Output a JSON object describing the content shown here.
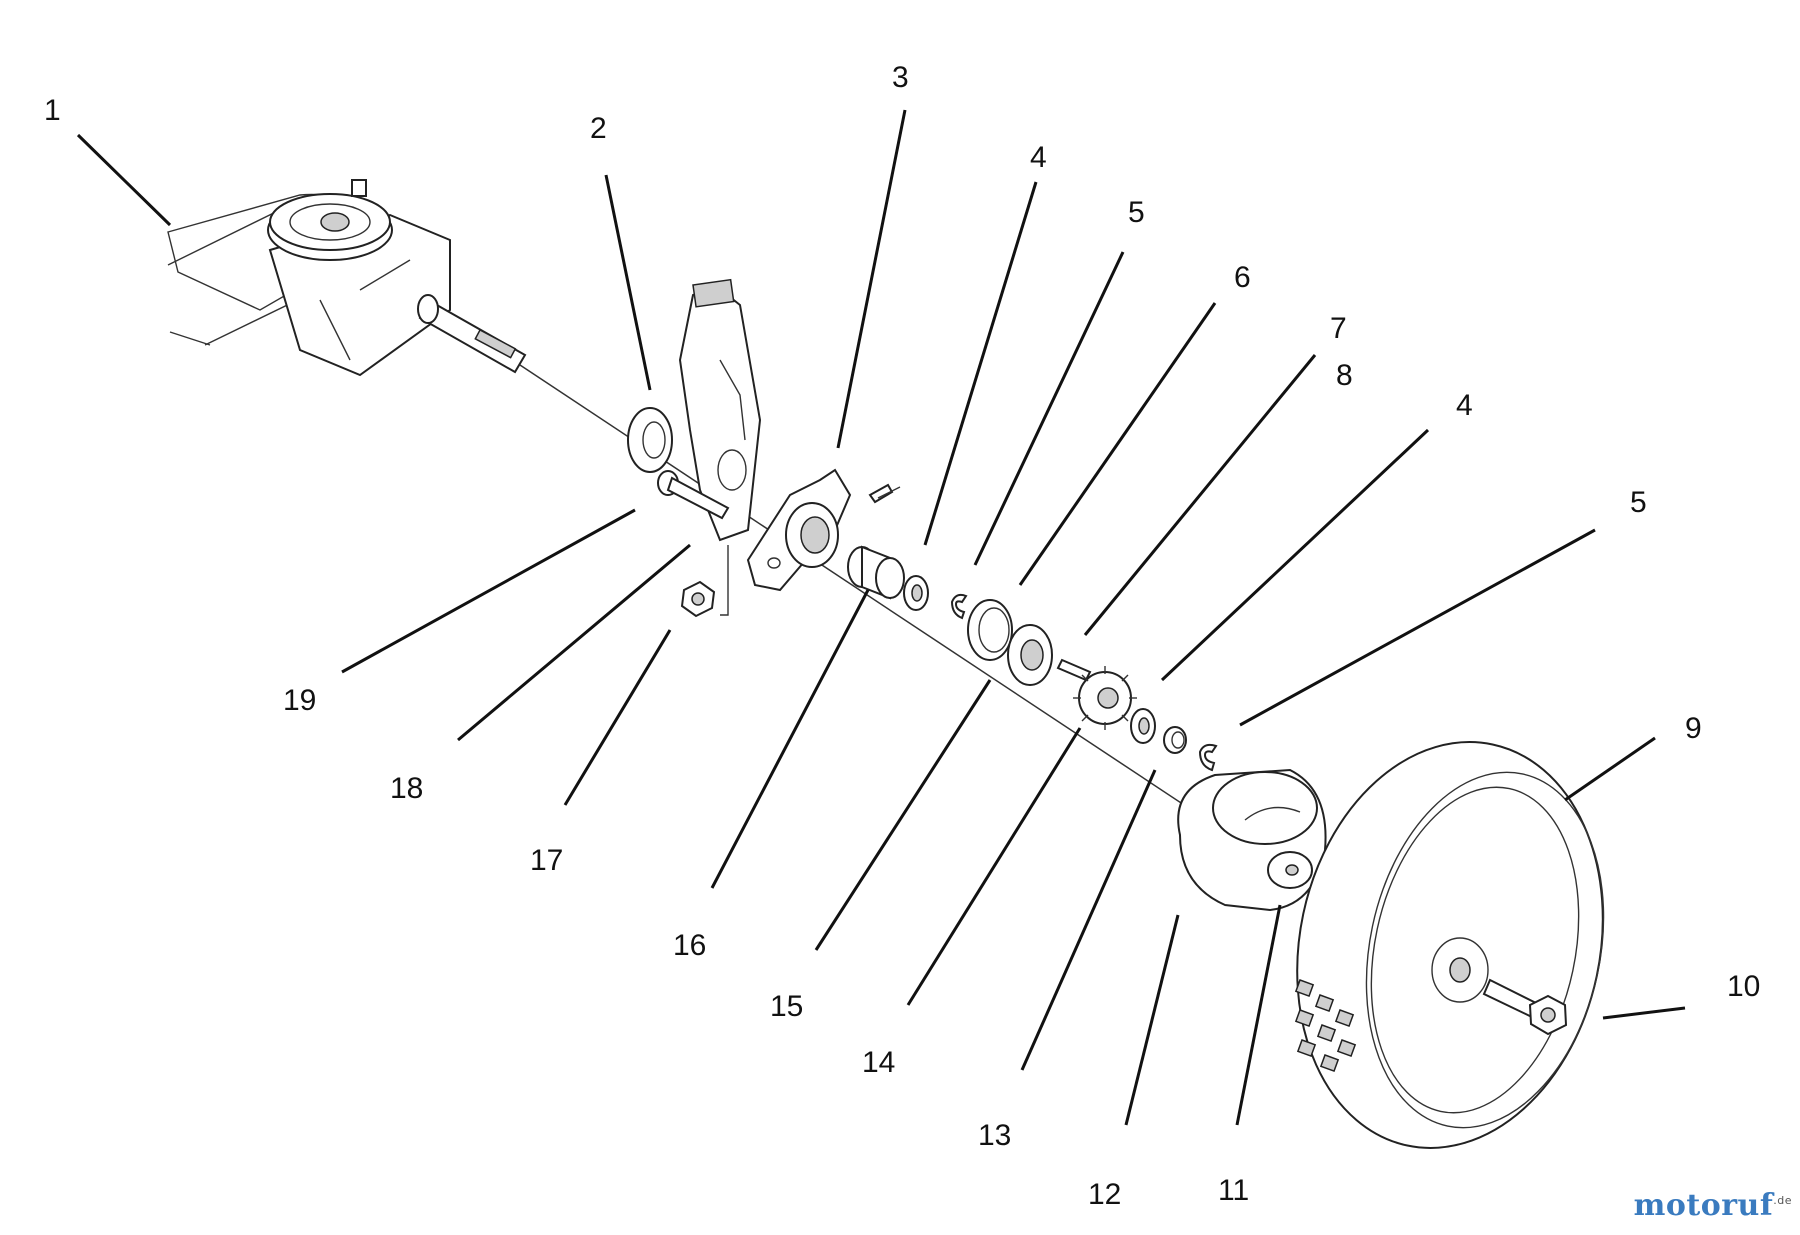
{
  "callouts": [
    "1",
    "2",
    "3",
    "4",
    "5",
    "6",
    "7",
    "8",
    "4",
    "5",
    "9",
    "10",
    "11",
    "12",
    "13",
    "14",
    "15",
    "16",
    "17",
    "18",
    "19"
  ],
  "watermark": {
    "main": "motoruf",
    "suffix": ".de"
  }
}
